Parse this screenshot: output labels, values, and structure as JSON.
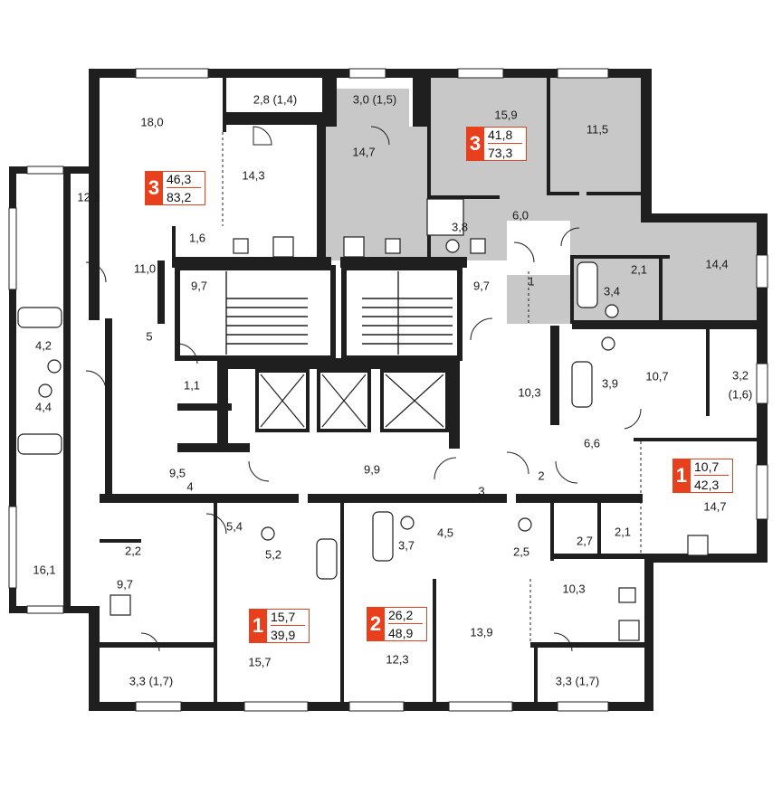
{
  "colors": {
    "wall": "#1f1f1f",
    "highlight": "#c8c8c8",
    "accent": "#e8401c",
    "background": "#ffffff"
  },
  "rooms": [
    {
      "id": "r18-0",
      "label": "18,0"
    },
    {
      "id": "r2-8",
      "label": "2,8 (1,4)"
    },
    {
      "id": "r3-0",
      "label": "3,0 (1,5)"
    },
    {
      "id": "r15-9",
      "label": "15,9"
    },
    {
      "id": "r11-5",
      "label": "11,5"
    },
    {
      "id": "r14-3",
      "label": "14,3"
    },
    {
      "id": "r14-7a",
      "label": "14,7"
    },
    {
      "id": "r12-2",
      "label": "12,2"
    },
    {
      "id": "r3-8",
      "label": "3,8"
    },
    {
      "id": "r6-0",
      "label": "6,0"
    },
    {
      "id": "r1-6",
      "label": "1,6"
    },
    {
      "id": "r11-0",
      "label": "11,0"
    },
    {
      "id": "r14-4",
      "label": "14,4"
    },
    {
      "id": "r2-1a",
      "label": "2,1"
    },
    {
      "id": "r3-4",
      "label": "3,4"
    },
    {
      "id": "r9-7a",
      "label": "9,7"
    },
    {
      "id": "r9-7b",
      "label": "9,7"
    },
    {
      "id": "r1",
      "label": "1"
    },
    {
      "id": "r5",
      "label": "5"
    },
    {
      "id": "r4-2",
      "label": "4,2"
    },
    {
      "id": "r1-1",
      "label": "1,1"
    },
    {
      "id": "r3-9",
      "label": "3,9"
    },
    {
      "id": "r10-7",
      "label": "10,7"
    },
    {
      "id": "r3-2",
      "label": "3,2"
    },
    {
      "id": "r1-6b",
      "label": "(1,6)"
    },
    {
      "id": "r10-3a",
      "label": "10,3"
    },
    {
      "id": "r4-4",
      "label": "4,4"
    },
    {
      "id": "r6-6",
      "label": "6,6"
    },
    {
      "id": "r9-5",
      "label": "9,5"
    },
    {
      "id": "r4",
      "label": "4"
    },
    {
      "id": "r9-9",
      "label": "9,9"
    },
    {
      "id": "r3",
      "label": "3"
    },
    {
      "id": "r2",
      "label": "2"
    },
    {
      "id": "r14-7b",
      "label": "14,7"
    },
    {
      "id": "r16-1",
      "label": "16,1"
    },
    {
      "id": "r5-4",
      "label": "5,4"
    },
    {
      "id": "r4-5",
      "label": "4,5"
    },
    {
      "id": "r2-2",
      "label": "2,2"
    },
    {
      "id": "r5-2",
      "label": "5,2"
    },
    {
      "id": "r3-7",
      "label": "3,7"
    },
    {
      "id": "r2-5",
      "label": "2,5"
    },
    {
      "id": "r2-7",
      "label": "2,7"
    },
    {
      "id": "r2-1b",
      "label": "2,1"
    },
    {
      "id": "r9-7c",
      "label": "9,7"
    },
    {
      "id": "r10-3b",
      "label": "10,3"
    },
    {
      "id": "r13-9",
      "label": "13,9"
    },
    {
      "id": "r12-3",
      "label": "12,3"
    },
    {
      "id": "r15-7",
      "label": "15,7"
    },
    {
      "id": "r3-3a",
      "label": "3,3 (1,7)"
    },
    {
      "id": "r3-3b",
      "label": "3,3 (1,7)"
    }
  ],
  "apartments": [
    {
      "id": "apt-3a",
      "rooms": "3",
      "living": "46,3",
      "total": "83,2"
    },
    {
      "id": "apt-3b",
      "rooms": "3",
      "living": "41,8",
      "total": "73,3"
    },
    {
      "id": "apt-1a",
      "rooms": "1",
      "living": "10,7",
      "total": "42,3"
    },
    {
      "id": "apt-1b",
      "rooms": "1",
      "living": "15,7",
      "total": "39,9"
    },
    {
      "id": "apt-2",
      "rooms": "2",
      "living": "26,2",
      "total": "48,9"
    }
  ]
}
